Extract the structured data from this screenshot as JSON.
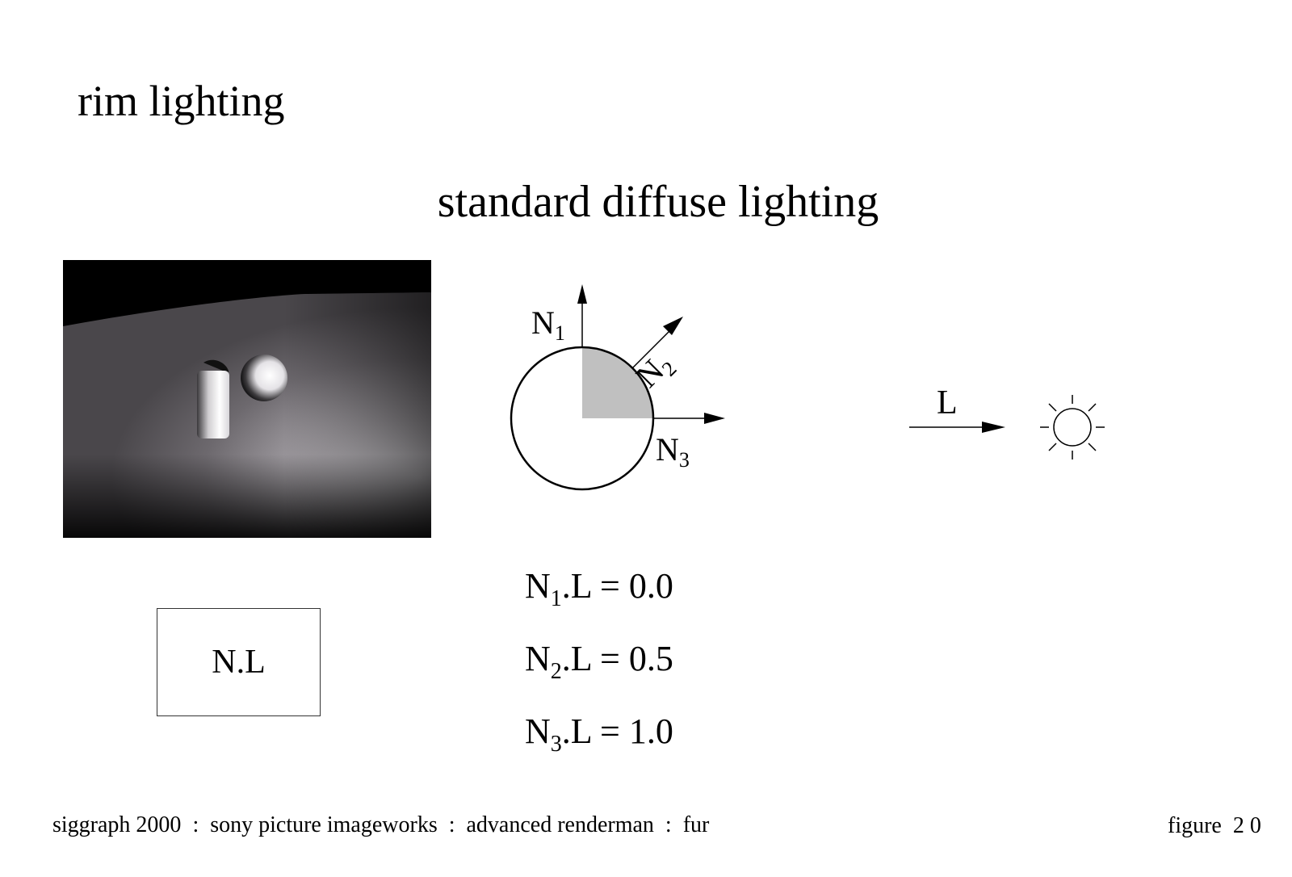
{
  "slide": {
    "title": "rim lighting",
    "subtitle": "standard diffuse lighting"
  },
  "render_image": {
    "description": "grayscale render of a plane with a cylinder and sphere under diffuse lighting",
    "colors": {
      "background": "#000000",
      "plane_mid": "#6e6a6e",
      "highlight": "#e8e6ea"
    }
  },
  "diagram": {
    "normals": [
      {
        "label": "N",
        "sub": "1"
      },
      {
        "label": "N",
        "sub": "2"
      },
      {
        "label": "N",
        "sub": "3"
      }
    ],
    "light_label": "L",
    "light_icon": "sun-icon",
    "shaded_fill": "#c0c0c0"
  },
  "formula_box": {
    "label": "N.L"
  },
  "equations": [
    {
      "n": "N",
      "sub": "1",
      "rest": ".L = 0.0"
    },
    {
      "n": "N",
      "sub": "2",
      "rest": ".L = 0.5"
    },
    {
      "n": "N",
      "sub": "3",
      "rest": ".L = 1.0"
    }
  ],
  "footer": {
    "parts": [
      "siggraph 2000",
      "sony picture imageworks",
      "advanced renderman",
      "fur"
    ],
    "separator": ":",
    "figure": "figure  2 0"
  }
}
